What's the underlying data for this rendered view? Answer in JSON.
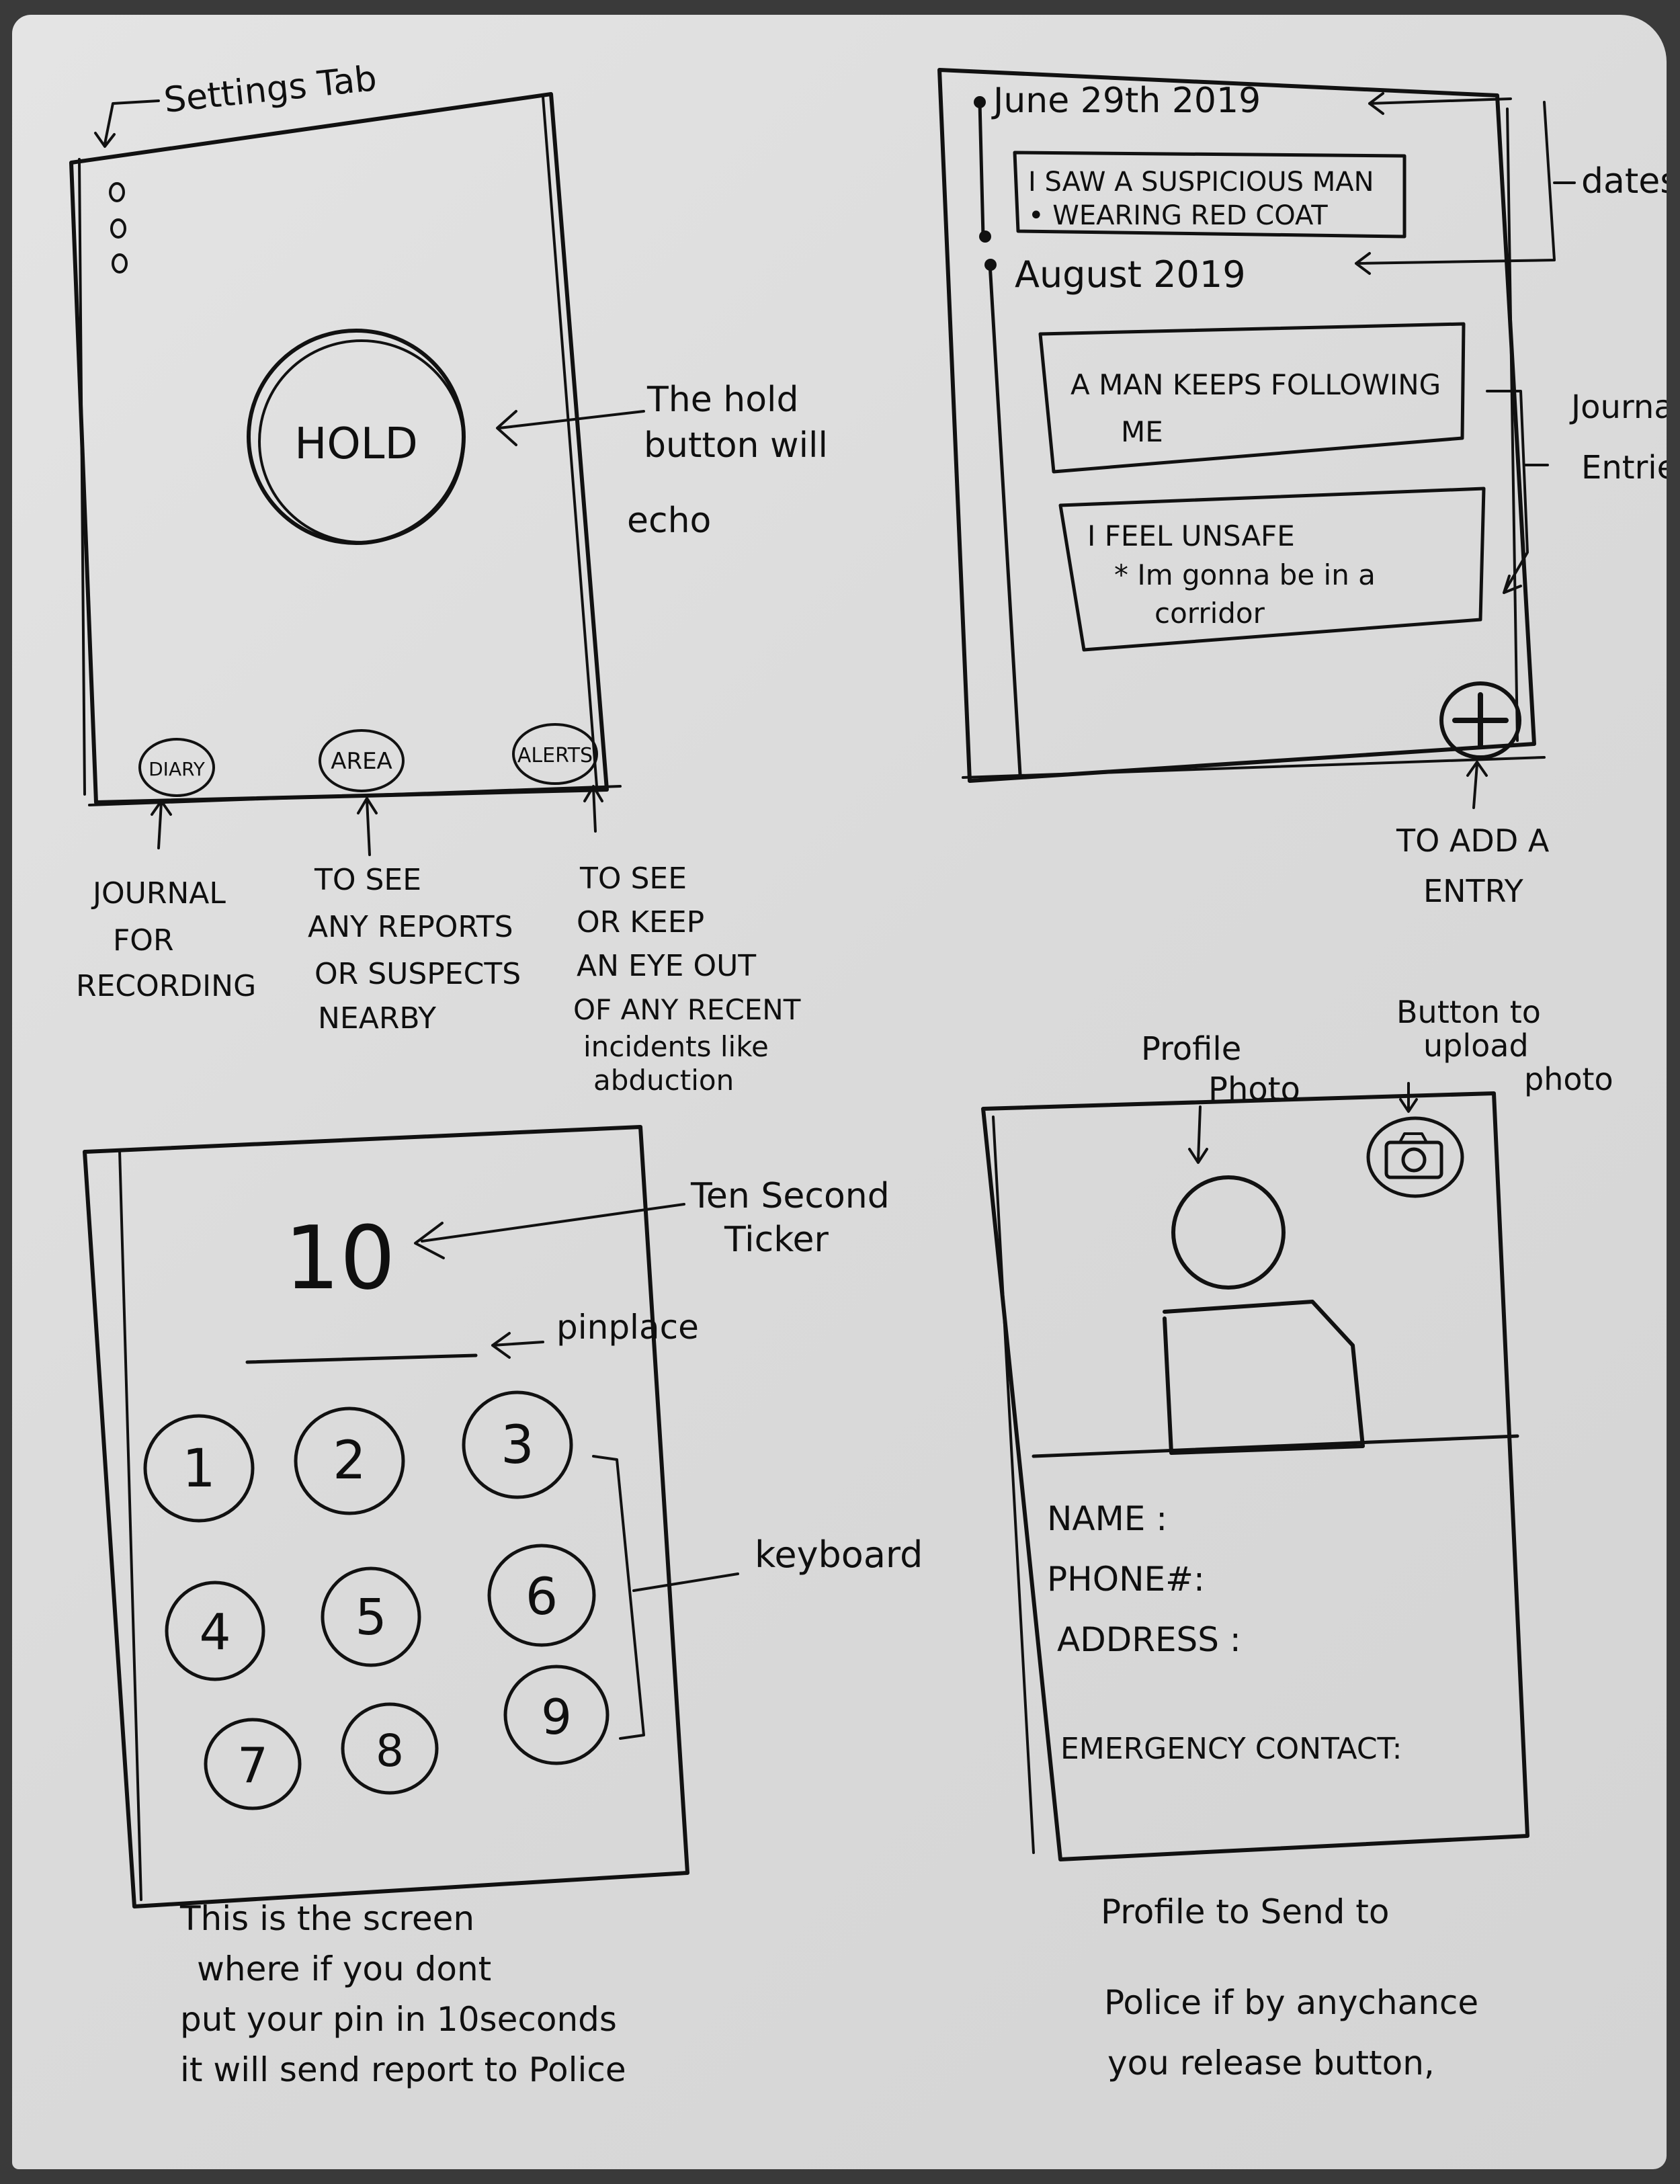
{
  "settings_screen": {
    "label": "Settings Tab",
    "hold_button": "HOLD",
    "hold_note": [
      "The hold",
      "button will",
      "echo"
    ],
    "nav": {
      "diary": "DIARY",
      "area": "AREA",
      "alerts": "ALERTS"
    },
    "diary_note": [
      "JOURNAL",
      "FOR",
      "RECORDING"
    ],
    "area_note": [
      "TO SEE",
      "ANY REPORTS",
      "OR SUSPECTS",
      "NEARBY"
    ],
    "alerts_note": [
      "TO SEE",
      "OR KEEP",
      "AN EYE OUT",
      "OF ANY RECENT",
      "incidents like",
      "abduction"
    ]
  },
  "journal_screen": {
    "date_1": "June 29th 2019",
    "entry_1": [
      "I SAW A SUSPICIOUS MAN",
      "• WEARING RED COAT"
    ],
    "date_2": "August 2019",
    "entry_2": [
      "A MAN KEEPS FOLLOWING",
      "ME"
    ],
    "entry_3": [
      "I FEEL UNSAFE",
      "* Im gonna be in a",
      "corridor"
    ],
    "dates_note": "dates",
    "entries_note": [
      "Journal",
      "Entries"
    ],
    "add_note": [
      "TO ADD A",
      "ENTRY"
    ]
  },
  "pin_screen": {
    "ticker": "10",
    "ticker_note": [
      "Ten Second",
      "Ticker"
    ],
    "pin_note": "pinplace",
    "keys": [
      "1",
      "2",
      "3",
      "4",
      "5",
      "6",
      "7",
      "8",
      "9"
    ],
    "keyboard_note": "keyboard",
    "caption": [
      "This is the screen",
      "where if you dont",
      "put your pin in 10seconds",
      "it will send report to Police"
    ]
  },
  "profile_screen": {
    "photo_note": [
      "Profile",
      "Photo"
    ],
    "upload_note": [
      "Button to",
      "upload",
      "photo"
    ],
    "fields": {
      "name": "NAME :",
      "phone": "PHONE#:",
      "address": "ADDRESS :",
      "emergency": "EMERGENCY CONTACT:"
    },
    "caption": [
      "Profile to Send to",
      "Police if by anychance",
      "you release button,"
    ]
  }
}
